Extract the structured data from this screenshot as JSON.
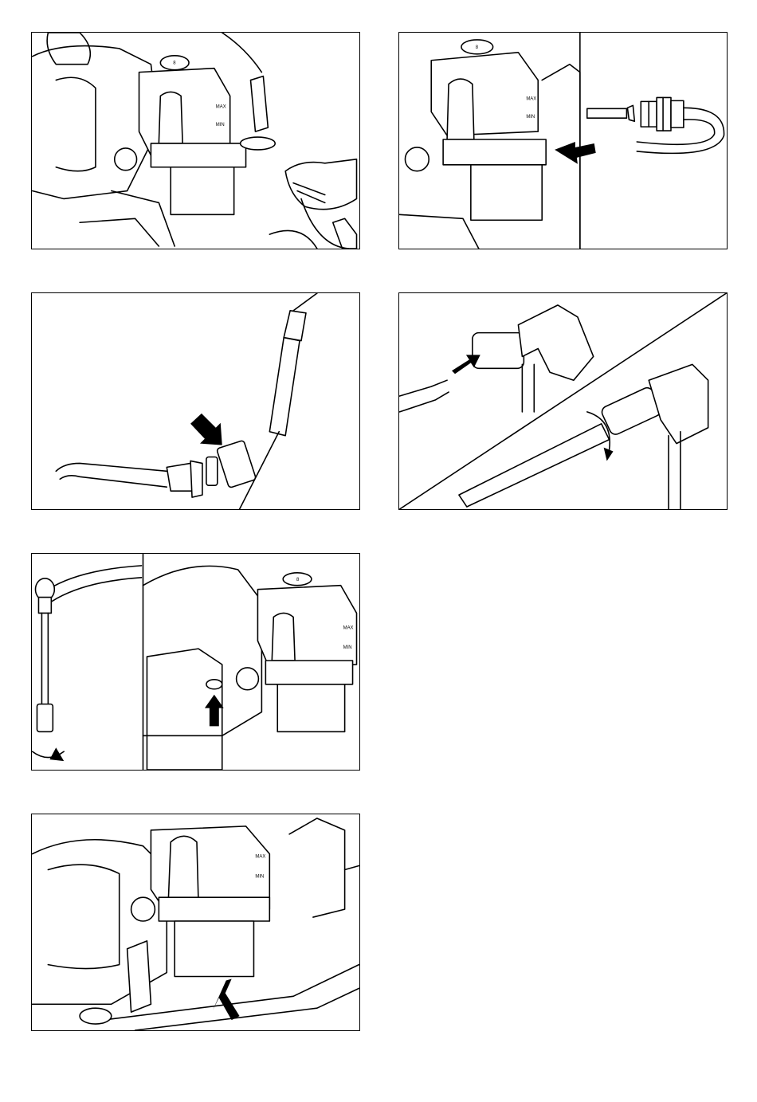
{
  "figures": [
    {
      "id": "fig-1",
      "labels": {
        "max": "MAX",
        "min": "MIN",
        "cap": "8"
      }
    },
    {
      "id": "fig-2",
      "labels": {
        "max": "MAX",
        "min": "MIN",
        "cap": "8"
      }
    },
    {
      "id": "fig-3",
      "labels": {}
    },
    {
      "id": "fig-4",
      "labels": {}
    },
    {
      "id": "fig-5",
      "labels": {
        "max": "MAX",
        "min": "MIN",
        "cap": "8"
      }
    },
    {
      "id": "fig-6",
      "labels": {
        "max": "MAX",
        "min": "MIN"
      }
    }
  ],
  "colors": {
    "line": "#000000",
    "background": "#ffffff"
  },
  "icons": [
    "arrow-icon",
    "rotate-arrow-icon"
  ]
}
